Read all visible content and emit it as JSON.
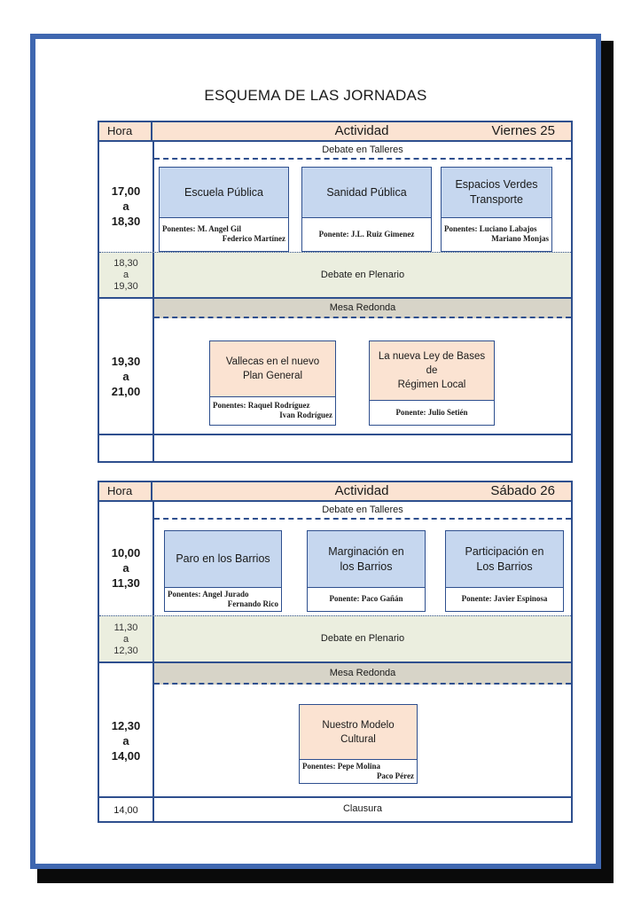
{
  "title": "ESQUEMA DE LAS JORNADAS",
  "colors": {
    "frame": "#3f67b0",
    "border": "#2e4f8e",
    "header": "#fbe3d2",
    "blue_card": "#c6d7ef",
    "plenary": "#ebeedf",
    "mesa": "#d7d4c8"
  },
  "days": [
    {
      "hora_label": "Hora",
      "actividad_label": "Actividad",
      "day_label": "Viernes  25",
      "talleres_label": "Debate en Talleres",
      "talleres_time": [
        "17,00",
        "a",
        "18,30"
      ],
      "talleres": [
        {
          "title": "Escuela Pública",
          "ponentes": [
            "Ponentes:  M. Angel Gil",
            "Federico Martínez"
          ]
        },
        {
          "title": "Sanidad Pública",
          "ponentes": [
            "Ponente: J.L. Ruiz Gimenez"
          ]
        },
        {
          "title": "Espacios Verdes\nTransporte",
          "ponentes": [
            "Ponentes:  Luciano Labajos",
            "Mariano Monjas"
          ]
        }
      ],
      "plenario_time": [
        "18,30",
        "a",
        "19,30"
      ],
      "plenario_label": "Debate en Plenario",
      "mesa_label": "Mesa Redonda",
      "mesa_time": [
        "19,30",
        "a",
        "21,00"
      ],
      "mesa": [
        {
          "title": "Vallecas en el nuevo\nPlan General",
          "ponentes": [
            "Ponentes:  Raquel Rodríguez",
            "Ivan Rodríguez"
          ]
        },
        {
          "title": "La nueva Ley de Bases\nde\nRégimen Local",
          "ponentes": [
            "Ponente: Julio Setién"
          ]
        }
      ],
      "end_time": "",
      "end_label": ""
    },
    {
      "hora_label": "Hora",
      "actividad_label": "Actividad",
      "day_label": "Sábado  26",
      "talleres_label": "Debate en Talleres",
      "talleres_time": [
        "10,00",
        "a",
        "11,30"
      ],
      "talleres": [
        {
          "title": "Paro en los Barrios",
          "ponentes": [
            "Ponentes:  Angel Jurado",
            "Fernando Rico"
          ]
        },
        {
          "title": "Marginación en\nlos Barrios",
          "ponentes": [
            "Ponente: Paco Gañán"
          ]
        },
        {
          "title": "Participación en\nLos Barrios",
          "ponentes": [
            "Ponente: Javier Espinosa"
          ]
        }
      ],
      "plenario_time": [
        "11,30",
        "a",
        "12,30"
      ],
      "plenario_label": "Debate en Plenario",
      "mesa_label": "Mesa Redonda",
      "mesa_time": [
        "12,30",
        "a",
        "14,00"
      ],
      "mesa": [
        {
          "title": "Nuestro Modelo\nCultural",
          "ponentes": [
            "Ponentes:  Pepe Molina",
            "Paco Pérez"
          ]
        }
      ],
      "end_time": "14,00",
      "end_label": "Clausura"
    }
  ]
}
